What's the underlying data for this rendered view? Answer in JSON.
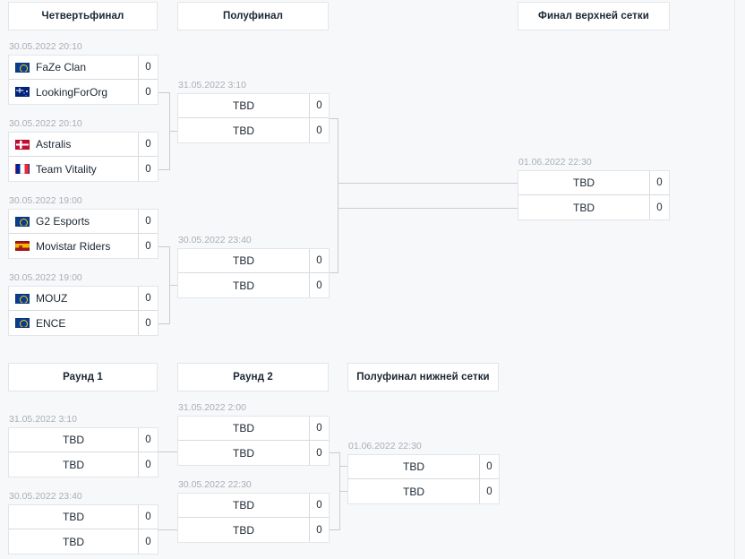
{
  "page": {
    "background": "#f7f8fa",
    "line_color": "#c9ccd2",
    "border_color": "#e3e5e9",
    "text_color": "#1b2733",
    "muted_color": "#a9aeb6"
  },
  "headers": {
    "upper": [
      {
        "label": "Четвертьфинал"
      },
      {
        "label": "Полуфинал"
      },
      {
        "label": "Финал верхней сетки"
      }
    ],
    "lower": [
      {
        "label": "Раунд 1"
      },
      {
        "label": "Раунд 2"
      },
      {
        "label": "Полуфинал нижней сетки"
      }
    ]
  },
  "upper_bracket": {
    "quarterfinals": [
      {
        "time": "30.05.2022 20:10",
        "rows": [
          {
            "name": "FaZe Clan",
            "flag": "eu",
            "score": "0"
          },
          {
            "name": "LookingForOrg",
            "flag": "au",
            "score": "0"
          }
        ]
      },
      {
        "time": "30.05.2022 20:10",
        "rows": [
          {
            "name": "Astralis",
            "flag": "dk",
            "score": "0"
          },
          {
            "name": "Team Vitality",
            "flag": "fr",
            "score": "0"
          }
        ]
      },
      {
        "time": "30.05.2022 19:00",
        "rows": [
          {
            "name": "G2 Esports",
            "flag": "eu",
            "score": "0"
          },
          {
            "name": "Movistar Riders",
            "flag": "es",
            "score": "0"
          }
        ]
      },
      {
        "time": "30.05.2022 19:00",
        "rows": [
          {
            "name": "MOUZ",
            "flag": "eu",
            "score": "0"
          },
          {
            "name": "ENCE",
            "flag": "eu",
            "score": "0"
          }
        ]
      }
    ],
    "semifinals": [
      {
        "time": "31.05.2022 3:10",
        "rows": [
          {
            "name": "TBD",
            "flag": null,
            "score": "0"
          },
          {
            "name": "TBD",
            "flag": null,
            "score": "0"
          }
        ]
      },
      {
        "time": "30.05.2022 23:40",
        "rows": [
          {
            "name": "TBD",
            "flag": null,
            "score": "0"
          },
          {
            "name": "TBD",
            "flag": null,
            "score": "0"
          }
        ]
      }
    ],
    "final": [
      {
        "time": "01.06.2022 22:30",
        "rows": [
          {
            "name": "TBD",
            "flag": null,
            "score": "0"
          },
          {
            "name": "TBD",
            "flag": null,
            "score": "0"
          }
        ]
      }
    ]
  },
  "lower_bracket": {
    "round1": [
      {
        "time": "31.05.2022 3:10",
        "rows": [
          {
            "name": "TBD",
            "flag": null,
            "score": "0"
          },
          {
            "name": "TBD",
            "flag": null,
            "score": "0"
          }
        ]
      },
      {
        "time": "30.05.2022 23:40",
        "rows": [
          {
            "name": "TBD",
            "flag": null,
            "score": "0"
          },
          {
            "name": "TBD",
            "flag": null,
            "score": "0"
          }
        ]
      }
    ],
    "round2": [
      {
        "time": "31.05.2022 2:00",
        "rows": [
          {
            "name": "TBD",
            "flag": null,
            "score": "0"
          },
          {
            "name": "TBD",
            "flag": null,
            "score": "0"
          }
        ]
      },
      {
        "time": "30.05.2022 22:30",
        "rows": [
          {
            "name": "TBD",
            "flag": null,
            "score": "0"
          },
          {
            "name": "TBD",
            "flag": null,
            "score": "0"
          }
        ]
      }
    ],
    "semifinal": [
      {
        "time": "01.06.2022 22:30",
        "rows": [
          {
            "name": "TBD",
            "flag": null,
            "score": "0"
          },
          {
            "name": "TBD",
            "flag": null,
            "score": "0"
          }
        ]
      }
    ]
  }
}
